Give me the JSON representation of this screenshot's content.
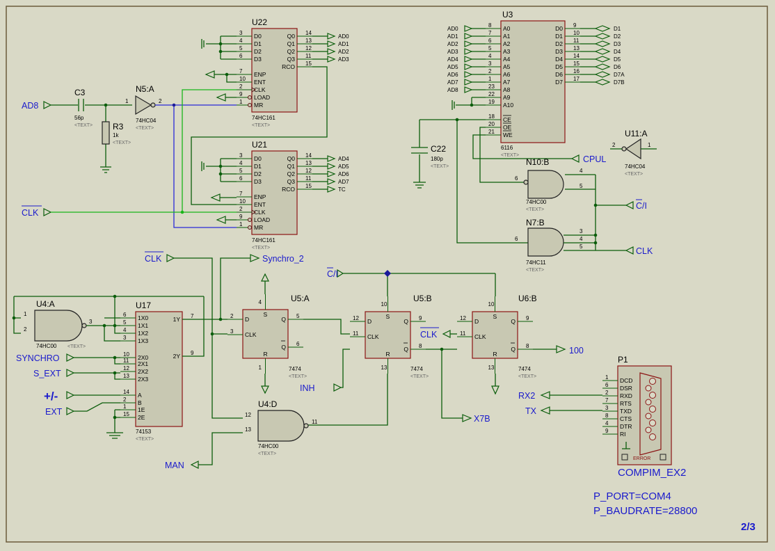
{
  "page": {
    "sheet_number": "2/3",
    "text_placeholder": "<TEXT>"
  },
  "components": {
    "u22": {
      "ref": "U22",
      "part": "74HC161"
    },
    "u21": {
      "ref": "U21",
      "part": "74HC161"
    },
    "u3": {
      "ref": "U3",
      "part": "6116"
    },
    "u17": {
      "ref": "U17",
      "part": "74153"
    },
    "u4a": {
      "ref": "U4:A",
      "part": "74HC00"
    },
    "u4d": {
      "ref": "U4:D",
      "part": "74HC00"
    },
    "u5a": {
      "ref": "U5:A",
      "part": "7474"
    },
    "u5b": {
      "ref": "U5:B",
      "part": "7474"
    },
    "u6b": {
      "ref": "U6:B",
      "part": "7474"
    },
    "n5a": {
      "ref": "N5:A",
      "part": "74HC04"
    },
    "n10b": {
      "ref": "N10:B",
      "part": "74HC00"
    },
    "n7b": {
      "ref": "N7:B",
      "part": "74HC11"
    },
    "u11a": {
      "ref": "U11:A",
      "part": "74HC04"
    },
    "c3": {
      "ref": "C3",
      "value": "56p"
    },
    "r3": {
      "ref": "R3",
      "value": "1k"
    },
    "c22": {
      "ref": "C22",
      "value": "180p"
    },
    "p1": {
      "ref": "P1",
      "part": "COMPIM_EX2",
      "error": "ERROR",
      "pins": [
        "DCD",
        "DSR",
        "RXD",
        "RTS",
        "TXD",
        "CTS",
        "DTR",
        "RI"
      ],
      "pin_numbers": [
        "1",
        "6",
        "2",
        "7",
        "3",
        "8",
        "4",
        "9"
      ]
    }
  },
  "counter_pins": {
    "left": [
      "D0",
      "D1",
      "D2",
      "D3",
      "ENP",
      "ENT",
      "CLK",
      "LOAD",
      "MR"
    ],
    "right": [
      "Q0",
      "Q1",
      "Q2",
      "Q3",
      "RCO"
    ]
  },
  "u22_nums": {
    "left": [
      "3",
      "4",
      "5",
      "6",
      "7",
      "10",
      "2",
      "9",
      "1"
    ],
    "right": [
      "14",
      "13",
      "12",
      "11",
      "15"
    ]
  },
  "u21_nums": {
    "left": [
      "3",
      "4",
      "5",
      "6",
      "7",
      "10",
      "2",
      "9",
      "1"
    ],
    "right": [
      "14",
      "13",
      "12",
      "11",
      "15"
    ]
  },
  "u22_outputs": [
    "AD0",
    "AD1",
    "AD2",
    "AD3"
  ],
  "u21_outputs": [
    "AD4",
    "AD5",
    "AD6",
    "AD7",
    "TC"
  ],
  "u3_pins": {
    "left": [
      "A0",
      "A1",
      "A2",
      "A3",
      "A4",
      "A5",
      "A6",
      "A7",
      "A8",
      "A9",
      "A10"
    ],
    "left_nums": [
      "8",
      "7",
      "6",
      "5",
      "4",
      "3",
      "2",
      "1",
      "23",
      "22",
      "19"
    ],
    "right": [
      "D0",
      "D1",
      "D2",
      "D3",
      "D4",
      "D5",
      "D6",
      "D7"
    ],
    "right_nums": [
      "9",
      "10",
      "11",
      "13",
      "14",
      "15",
      "16",
      "17"
    ],
    "ctrl": [
      "CE",
      "OE",
      "WE"
    ],
    "ctrl_nums": [
      "18",
      "20",
      "21"
    ]
  },
  "u3_inputs": [
    "AD0",
    "AD1",
    "AD2",
    "AD3",
    "AD4",
    "AD5",
    "AD6",
    "AD7",
    "AD8"
  ],
  "u3_outputs": [
    "D1",
    "D2",
    "D3",
    "D4",
    "D5",
    "D6",
    "D7A",
    "D7B"
  ],
  "u17_pins": {
    "left": [
      "1X0",
      "1X1",
      "1X2",
      "1X3",
      "2X0",
      "2X1",
      "2X2",
      "2X3",
      "A",
      "B",
      "1E",
      "2E"
    ],
    "left_nums": [
      "6",
      "5",
      "4",
      "3",
      "10",
      "11",
      "12",
      "13",
      "14",
      "2",
      "1",
      "15"
    ],
    "right": [
      "1Y",
      "2Y"
    ],
    "right_nums": [
      "7",
      "9"
    ]
  },
  "ff_pins": {
    "d": "D",
    "clk": "CLK",
    "q": "Q",
    "qn": "Q",
    "s": "S",
    "r": "R"
  },
  "u5a_nums": {
    "d": "2",
    "clk": "3",
    "q": "5",
    "qn": "6",
    "s": "4",
    "r": "1"
  },
  "u5b_nums": {
    "d": "12",
    "clk": "11",
    "q": "9",
    "qn": "8",
    "s": "10",
    "r": "13"
  },
  "u6b_nums": {
    "d": "12",
    "clk": "11",
    "q": "9",
    "qn": "8",
    "s": "10",
    "r": "13"
  },
  "gate_pins": {
    "n5a": [
      "1",
      "2"
    ],
    "u11a": [
      "2",
      "1"
    ],
    "u4a": [
      "1",
      "2",
      "3"
    ],
    "u4d": [
      "12",
      "13",
      "11"
    ],
    "n10b": [
      "4",
      "5",
      "6"
    ],
    "n7b": [
      "3",
      "4",
      "5",
      "6"
    ]
  },
  "labels": {
    "ad8": "AD8",
    "clk_bar": "CLK",
    "clk": "CLK",
    "cpul": "CPUL",
    "c_i": "C/I",
    "synchro_2": "Synchro_2",
    "synchro": "SYNCHRO",
    "s_ext": "S_EXT",
    "plus_minus": "+/-",
    "ext": "EXT",
    "man": "MAN",
    "inh": "INH",
    "x7b": "X7B",
    "out100": "100",
    "rx2": "RX2",
    "tx": "TX"
  },
  "params": {
    "port": "P_PORT=COM4",
    "baud": "P_BAUDRATE=28800"
  }
}
